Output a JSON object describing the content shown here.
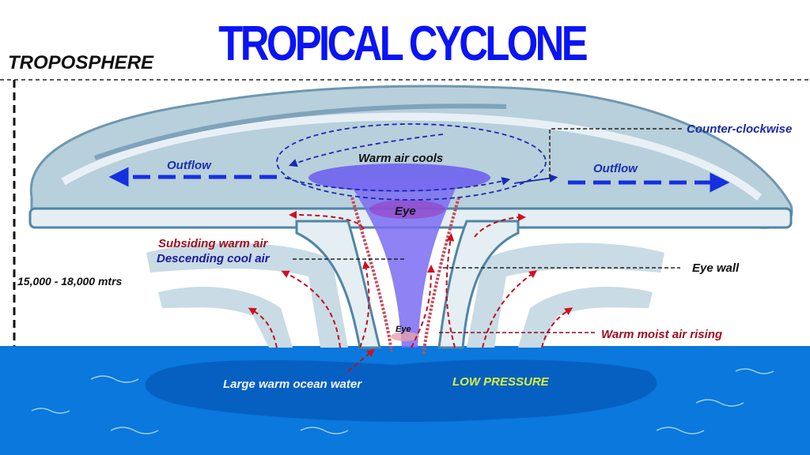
{
  "title": "TROPICAL CYCLONE",
  "layer_label": "TROPOSPHERE",
  "height_label": "15,000 - 18,000 mtrs",
  "labels": {
    "outflow_left": "Outflow",
    "outflow_right": "Outflow",
    "warm_air_cools": "Warm air cools",
    "counter_clockwise": "Counter-clockwise",
    "eye_top": "Eye",
    "eye_bottom": "Eye",
    "subsiding_warm_air": "Subsiding warm air",
    "descending_cool_air": "Descending cool air",
    "eye_wall": "Eye wall",
    "warm_moist_air_rising": "Warm moist air rising",
    "ocean_water": "Large warm ocean water",
    "low_pressure": "LOW PRESSURE"
  },
  "colors": {
    "title": "#0a14f5",
    "ocean": "#0a78dc",
    "ocean_dark": "#0660c2",
    "cloud": "#c9dbe5",
    "cloud_dark": "#8fb0c4",
    "eye": "#6a5cf0",
    "warm_arrow": "#c0101e",
    "cool_arrow": "#1530c8",
    "low_pressure": "#d8f040"
  }
}
